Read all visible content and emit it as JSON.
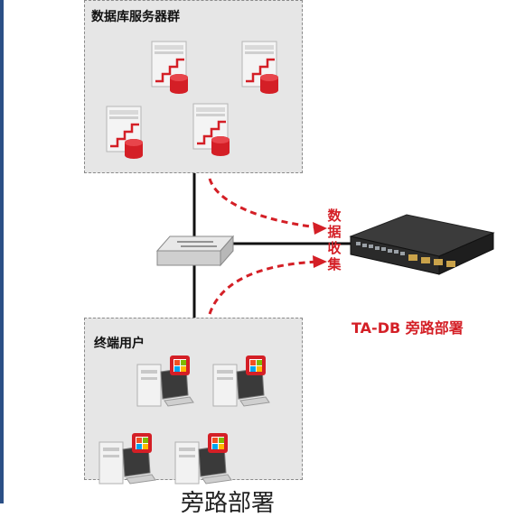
{
  "groups": {
    "db_servers": {
      "label": "数据库服务器群"
    },
    "end_users": {
      "label": "终端用户"
    }
  },
  "collect_label": [
    "数",
    "据",
    "收",
    "集"
  ],
  "deploy_label": "TA-DB  旁路部署",
  "bottom_caption": "旁路部署",
  "colors": {
    "accent": "#d41f26",
    "box_bg": "#e6e6e6",
    "border": "#8a8a8a",
    "line": "#111111"
  },
  "icons": {
    "server": "database-server-icon",
    "switch": "network-switch-icon",
    "device": "ta-db-appliance-icon",
    "pc": "desktop-pc-icon"
  }
}
